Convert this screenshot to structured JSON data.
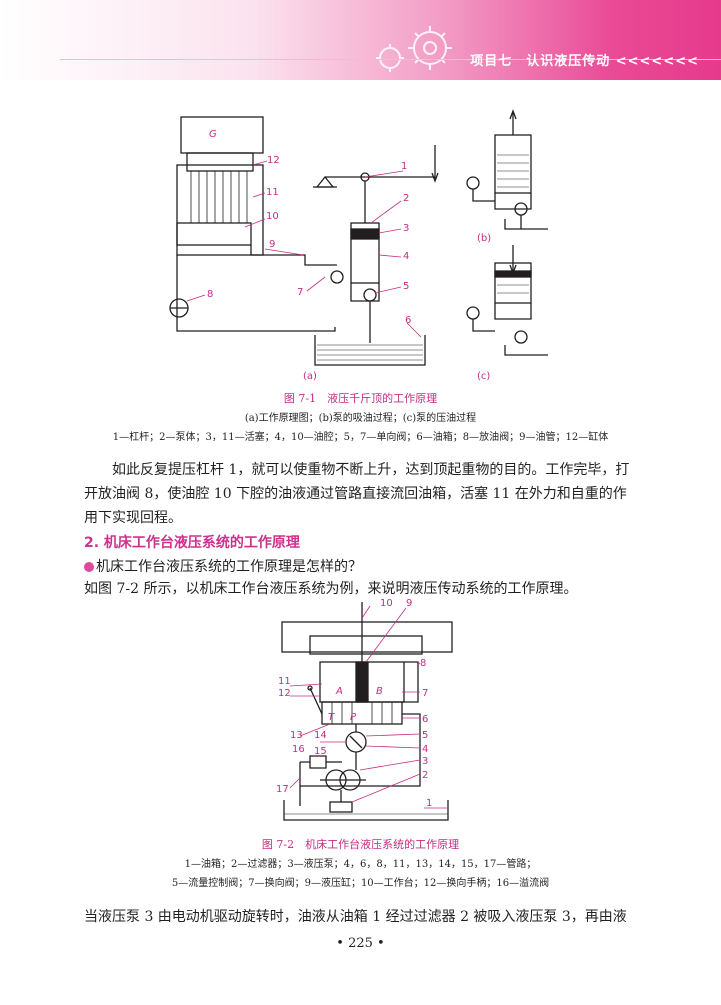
{
  "header": {
    "title": "项目七　认识液压传动",
    "arrows": "<<<<<<<"
  },
  "figure1": {
    "labels": {
      "G": "G",
      "n1": "1",
      "n2": "2",
      "n3": "3",
      "n4": "4",
      "n5": "5",
      "n6": "6",
      "n7": "7",
      "n8": "8",
      "n9": "9",
      "n10": "10",
      "n11": "11",
      "n12": "12",
      "a": "(a)",
      "b": "(b)",
      "c": "(c)"
    },
    "caption_title": "图 7-1　液压千斤顶的工作原理",
    "caption_sub": "(a)工作原理图；(b)泵的吸油过程；(c)泵的压油过程",
    "caption_legend": "1—杠杆；2—泵体；3，11—活塞；4，10—油腔；5，7—单向阀；6—油箱；8—放油阀；9—油管；12—缸体"
  },
  "body": {
    "para1": "如此反复提压杠杆 1，就可以使重物不断上升，达到顶起重物的目的。工作完毕，打开放油阀 8，使油腔 10 下腔的油液通过管路直接流回油箱，活塞 11 在外力和自重的作用下实现回程。",
    "section_heading": "2. 机床工作台液压系统的工作原理",
    "question": "机床工作台液压系统的工作原理是怎样的？",
    "para2": "如图 7-2 所示，以机床工作台液压系统为例，来说明液压传动系统的工作原理。",
    "para3": "当液压泵 3 由电动机驱动旋转时，油液从油箱 1 经过过滤器 2 被吸入液压泵 3，再由液"
  },
  "figure2": {
    "labels": {
      "n1": "1",
      "n2": "2",
      "n3": "3",
      "n4": "4",
      "n5": "5",
      "n6": "6",
      "n7": "7",
      "n8": "8",
      "n9": "9",
      "n10": "10",
      "n11": "11",
      "n12": "12",
      "n13": "13",
      "n14": "14",
      "n15": "15",
      "n16": "16",
      "n17": "17",
      "A": "A",
      "B": "B",
      "P": "P",
      "T": "T"
    },
    "caption_title": "图 7-2　机床工作台液压系统的工作原理",
    "caption_legend1": "1—油箱；2—过滤器；3—液压泵；4，6，8，11，13，14，15，17—管路；",
    "caption_legend2": "5—流量控制阀；7—换向阀；9—液压缸；10—工作台；12—换向手柄；16—溢流阀"
  },
  "page_number": "• 225 •",
  "colors": {
    "accent": "#e63a8d",
    "caption": "#c52d84",
    "leader": "#c52d84"
  }
}
